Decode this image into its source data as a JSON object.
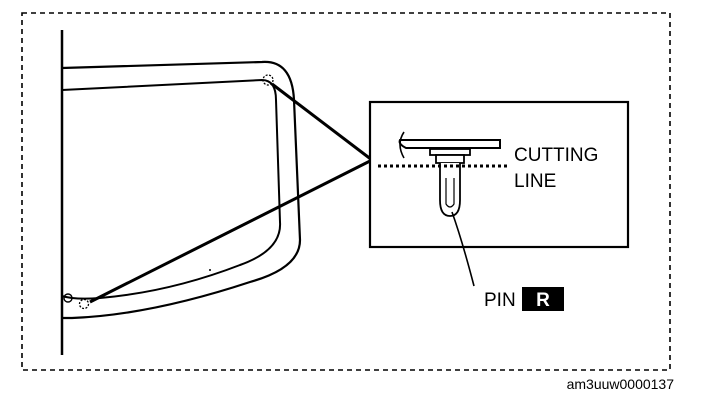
{
  "labels": {
    "cutting_line": [
      "CUTTING",
      "LINE"
    ],
    "pin": "PIN",
    "pin_badge": "R"
  },
  "figure_code": "am3uuw0000137",
  "colors": {
    "ink": "#000000",
    "paper": "#ffffff"
  }
}
